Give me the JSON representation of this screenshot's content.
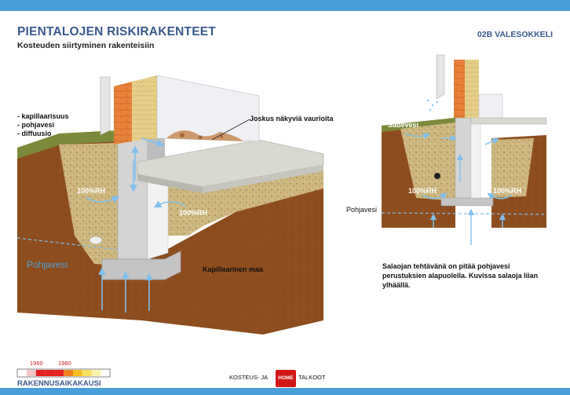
{
  "header": {
    "title": "PIENTALOJEN RISKIRAKENTEET",
    "subtitle": "Kosteuden siirtyminen rakenteisiin",
    "code": "02B VALESOKKELI"
  },
  "left_diagram": {
    "causes": [
      "- kapillaarisuus",
      "- pohjavesi",
      "- diffuusio"
    ],
    "damage_label": "Joskus näkyviä vaurioita",
    "rh_labels": [
      "100%RH",
      "100%RH"
    ],
    "groundwater_label": "Pohjavesi",
    "soil_label": "Kapillaarinen maa"
  },
  "right_diagram": {
    "rain_label": "Sadevesi",
    "rh_labels": [
      "100%RH",
      "100%RH"
    ],
    "groundwater_label": "Pohjavesi",
    "note": "Salaojan tehtävänä on pitää pohjavesi perustuksien alapuolella. Kuvissa salaoja liian ylhäällä."
  },
  "legend": {
    "years": [
      "1960",
      "1980"
    ],
    "label": "RAKENNUSAIKAKAUSI",
    "colors": [
      "#ffffff",
      "#f4c6c6",
      "#e62020",
      "#e62020",
      "#e62020",
      "#f08020",
      "#f6c020",
      "#f8e060",
      "#fbf2b0",
      "#ffffff"
    ]
  },
  "logo": {
    "left": "KOSTEUS- JA",
    "center": "HOME",
    "right": "TALKOOT"
  },
  "colors": {
    "accent": "#4a9fd8",
    "title": "#3a5a8c",
    "soil": "#8a4a1e",
    "gravel": "#c8b07a",
    "concrete": "#c8c8c8"
  }
}
